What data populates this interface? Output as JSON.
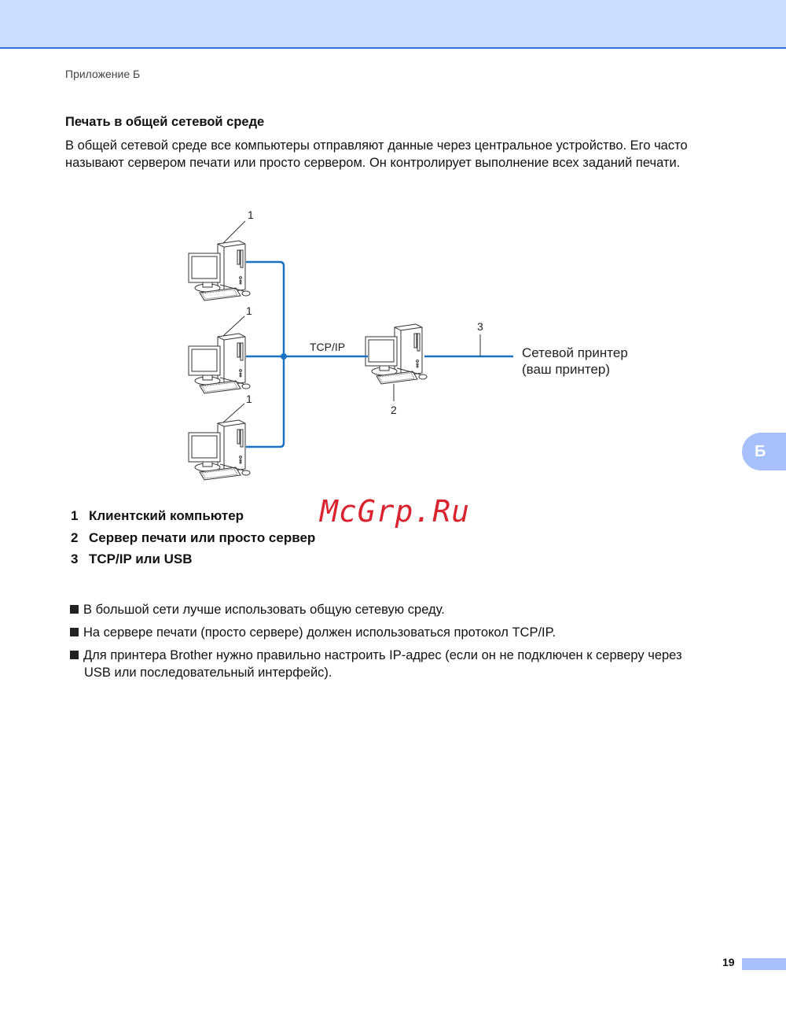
{
  "header": {
    "running_title": "Приложение Б"
  },
  "section": {
    "heading": "Печать в общей сетевой среде",
    "paragraph_line1": "В общей сетевой среде все компьютеры отправляют данные через центральное устройство. Его часто",
    "paragraph_line2": "называют сервером печати или просто сервером. Он контролирует выполнение всех заданий печати."
  },
  "diagram": {
    "callout_1": "1",
    "callout_2": "2",
    "callout_3": "3",
    "protocol_label": "TCP/IP",
    "printer_label_line1": "Сетевой принтер",
    "printer_label_line2": "(ваш принтер)",
    "line_color": "#1a73c2"
  },
  "legend": [
    {
      "num": "1",
      "text": "Клиентский компьютер"
    },
    {
      "num": "2",
      "text": "Сервер печати или просто сервер"
    },
    {
      "num": "3",
      "text": "TCP/IP или USB"
    }
  ],
  "bullets": [
    "В большой сети лучше использовать общую сетевую среду.",
    "На сервере печати (просто сервере) должен использоваться протокол TCP/IP.",
    "Для принтера Brother нужно правильно настроить IP-адрес (если он не подключен к серверу через",
    "USB или последовательный интерфейс)."
  ],
  "side_tab": "Б",
  "page_number": "19",
  "watermark": "McGrp.Ru"
}
